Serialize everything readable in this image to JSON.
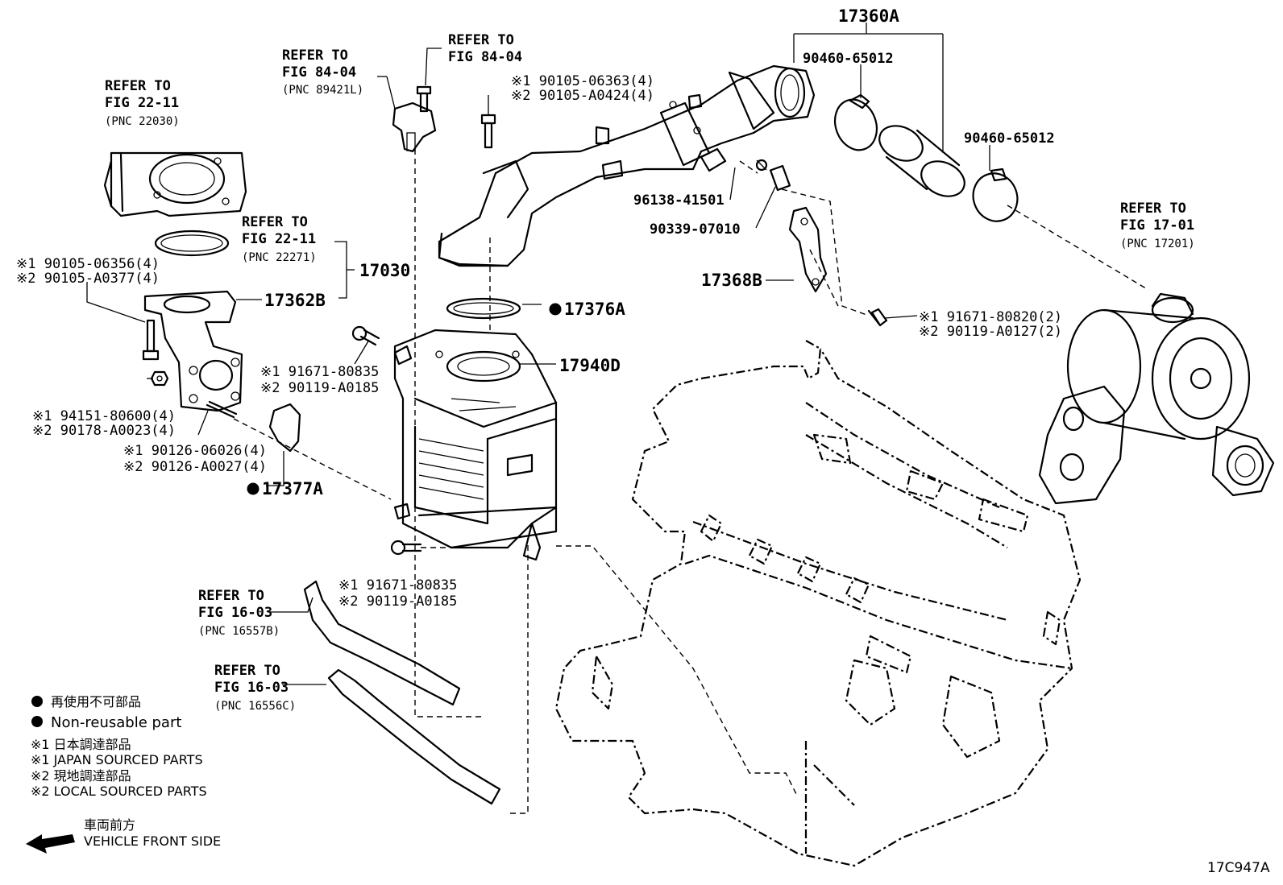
{
  "callouts": {
    "ref_8404_a": {
      "l1": "REFER TO",
      "l2": "FIG 84-04",
      "l3": "(PNC 89421L)"
    },
    "ref_8404_b": {
      "l1": "REFER TO",
      "l2": "FIG 84-04"
    },
    "ref_2211_a": {
      "l1": "REFER TO",
      "l2": "FIG 22-11",
      "l3": "(PNC 22030)"
    },
    "ref_2211_b": {
      "l1": "REFER TO",
      "l2": "FIG 22-11",
      "l3": "(PNC 22271)"
    },
    "ref_1701": {
      "l1": "REFER TO",
      "l2": "FIG 17-01",
      "l3": "(PNC 17201)"
    },
    "ref_1603_a": {
      "l1": "REFER TO",
      "l2": "FIG 16-03",
      "l3": "(PNC 16557B)"
    },
    "ref_1603_b": {
      "l1": "REFER TO",
      "l2": "FIG 16-03",
      "l3": "(PNC 16556C)"
    },
    "bolt_06363": {
      "l1": "※1 90105-06363(4)",
      "l2": "※2 90105-A0424(4)"
    },
    "bolt_06356": {
      "l1": "※1 90105-06356(4)",
      "l2": "※2 90105-A0377(4)"
    },
    "bolt_80835a": {
      "l1": "※1  91671-80835",
      "l2": "※2  90119-A0185"
    },
    "bolt_80835b": {
      "l1": "※1  91671-80835",
      "l2": "※2  90119-A0185"
    },
    "nut_80600": {
      "l1": "※1 94151-80600(4)",
      "l2": "※2 90178-A0023(4)"
    },
    "stud_06026": {
      "l1": "※1  90126-06026(4)",
      "l2": "※2  90126-A0027(4)"
    },
    "bolt_80820": {
      "l1": "※1  91671-80820(2)",
      "l2": "※2  90119-A0127(2)"
    }
  },
  "parts": {
    "p17360A": "17360A",
    "p90460a": "90460-65012",
    "p90460b": "90460-65012",
    "p96138": "96138-41501",
    "p90339": "90339-07010",
    "p17368B": "17368B",
    "p17030": "17030",
    "p17362B": "17362B",
    "p17376A": "17376A",
    "p17940D": "17940D",
    "p17377A": "17377A"
  },
  "legend": {
    "nonreuse_jp": "再使用不可部品",
    "nonreuse_en": "Non-reusable part",
    "japan_jp": "※1  日本調達部品",
    "japan_en": "※1  JAPAN SOURCED PARTS",
    "local_jp": "※2  現地調達部品",
    "local_en": "※2  LOCAL SOURCED PARTS",
    "front_jp": "車両前方",
    "front_en": "VEHICLE FRONT SIDE"
  },
  "figure_code": "17C947A"
}
